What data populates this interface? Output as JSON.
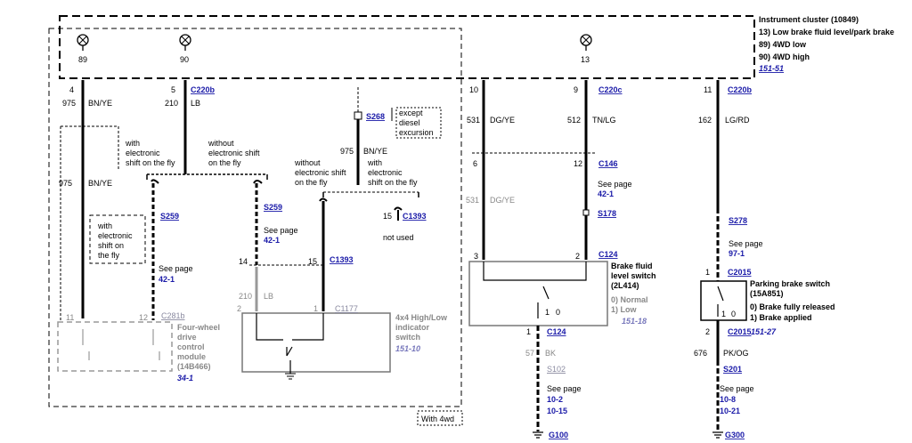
{
  "cluster": {
    "title": "Instrument cluster (10849)",
    "line1": "13) Low brake fluid level/park brake",
    "line2": "89) 4WD low",
    "line3": "90) 4WD high",
    "ref": "151-51",
    "pin89": "89",
    "pin90": "90",
    "pin13": "13"
  },
  "wires": {
    "w1_pin": "4",
    "w1_circuit": "975",
    "w1_color": "BN/YE",
    "w2_pin": "5",
    "w2_circuit": "210",
    "w2_color": "LB",
    "w2_conn": "C220b",
    "w3_pin": "10",
    "w3_circuit": "531",
    "w3_color": "DG/YE",
    "w4_pin": "9",
    "w4_circuit": "512",
    "w4_color": "TN/LG",
    "w4_conn": "C220c",
    "w5_pin": "11",
    "w5_circuit": "162",
    "w5_color": "LG/RD",
    "w5_conn": "C220b"
  },
  "splice": {
    "s268": "S268",
    "s268_note1": "except",
    "s268_note2": "diesel",
    "s268_note3": "excursion",
    "circ975": "975",
    "color975": "BN/YE",
    "without_a1": "without",
    "without_a2": "electronic shift",
    "without_a3": "on the fly",
    "with_a1": "with",
    "with_a2": "electronic",
    "with_a3": "shift on the fly",
    "without_b1": "without",
    "without_b2": "electronic shift",
    "without_b3": "on the fly",
    "with_b1": "with",
    "with_b2": "electronic",
    "with_b3": "shift on the fly",
    "box1": "with",
    "box2": "electronic",
    "box3": "shift on",
    "box4": "the fly",
    "left975": "975",
    "leftcolor": "BN/YE"
  },
  "left": {
    "s259a": "S259",
    "seepage": "See page",
    "ref421": "42-1",
    "s259b": "S259",
    "seepage2": "See page",
    "ref421b": "42-1",
    "pin14": "14",
    "pin15": "15",
    "c1393": "C1393",
    "c1393b": "C1393",
    "pin15b": "15",
    "notused": "not used",
    "c210": "210",
    "clb": "LB",
    "pin2": "2",
    "pin1": "1",
    "c1177": "C1177",
    "sw_t1": "4x4 High/Low",
    "sw_t2": "indicator",
    "sw_t3": "switch",
    "sw_ref": "151-10",
    "pin11": "11",
    "pin12": "12",
    "c281b": "C281b",
    "mod1": "Four-wheel",
    "mod2": "drive",
    "mod3": "control",
    "mod4": "module",
    "mod5": "(14B466)",
    "mod_ref": "34-1",
    "with4wd": "With 4wd"
  },
  "brake": {
    "pin6": "6",
    "pin12": "12",
    "c146": "C146",
    "seepage": "See page",
    "ref421": "42-1",
    "s178": "S178",
    "c531": "531",
    "cdg": "DG/YE",
    "pin3": "3",
    "pin2": "2",
    "c124": "C124",
    "t1": "Brake fluid",
    "t2": "level switch",
    "t3": "(2L414)",
    "s0": "0) Normal",
    "s1": "1) Low",
    "ref": "151-18",
    "pos1": "1",
    "pos0": "0",
    "pinb1": "1",
    "c124b": "C124",
    "c57": "57",
    "cbk": "BK",
    "s102": "S102",
    "seepage2": "See page",
    "r1": "10-2",
    "r2": "10-15",
    "g100": "G100"
  },
  "park": {
    "s278": "S278",
    "seepage": "See page",
    "ref": "97-1",
    "pin1": "1",
    "c2015": "C2015",
    "t1": "Parking brake switch",
    "t2": "(15A851)",
    "s0": "0) Brake fully released",
    "s1": "1) Brake applied",
    "pos1": "1",
    "pos0": "0",
    "pin2": "2",
    "c2015b": "C2015",
    "ref2": "151-27",
    "c676": "676",
    "cpk": "PK/OG",
    "s201": "S201",
    "seepage2": "See page",
    "r1": "10-8",
    "r2": "10-21",
    "g300": "G300"
  }
}
